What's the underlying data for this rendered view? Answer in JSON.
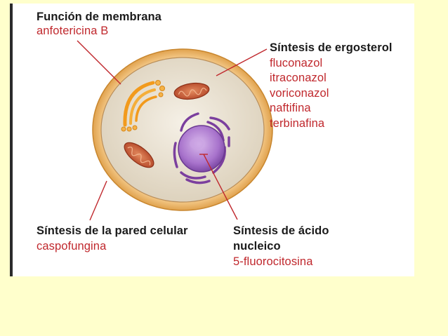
{
  "membrane_function": {
    "heading": "Función de membrana",
    "drugs": [
      "anfotericina B"
    ]
  },
  "ergosterol_synthesis": {
    "heading": "Síntesis de ergosterol",
    "drugs": [
      "fluconazol",
      "itraconazol",
      "voriconazol",
      "naftifina",
      "terbinafina"
    ]
  },
  "cell_wall_synthesis": {
    "heading": "Síntesis de la pared celular",
    "drugs": [
      "caspofungina"
    ]
  },
  "nucleic_acid_synthesis": {
    "heading_line1": "Síntesis de ácido",
    "heading_line2": "nucleico",
    "drugs": [
      "5-fluorocitosina"
    ]
  },
  "colors": {
    "page_background": "#ffffcc",
    "panel_background": "#ffffff",
    "heading_text": "#1a1a1a",
    "drug_text": "#c0282d",
    "leader_line": "#c0282d",
    "cell_wall": "#f0c080",
    "cytoplasm": "#efe9dc",
    "golgi": "#f4a020",
    "mitochondria": "#c9583a",
    "nucleus": "#9c5fc0",
    "endoplasmic_reticulum": "#7b3f9e"
  }
}
